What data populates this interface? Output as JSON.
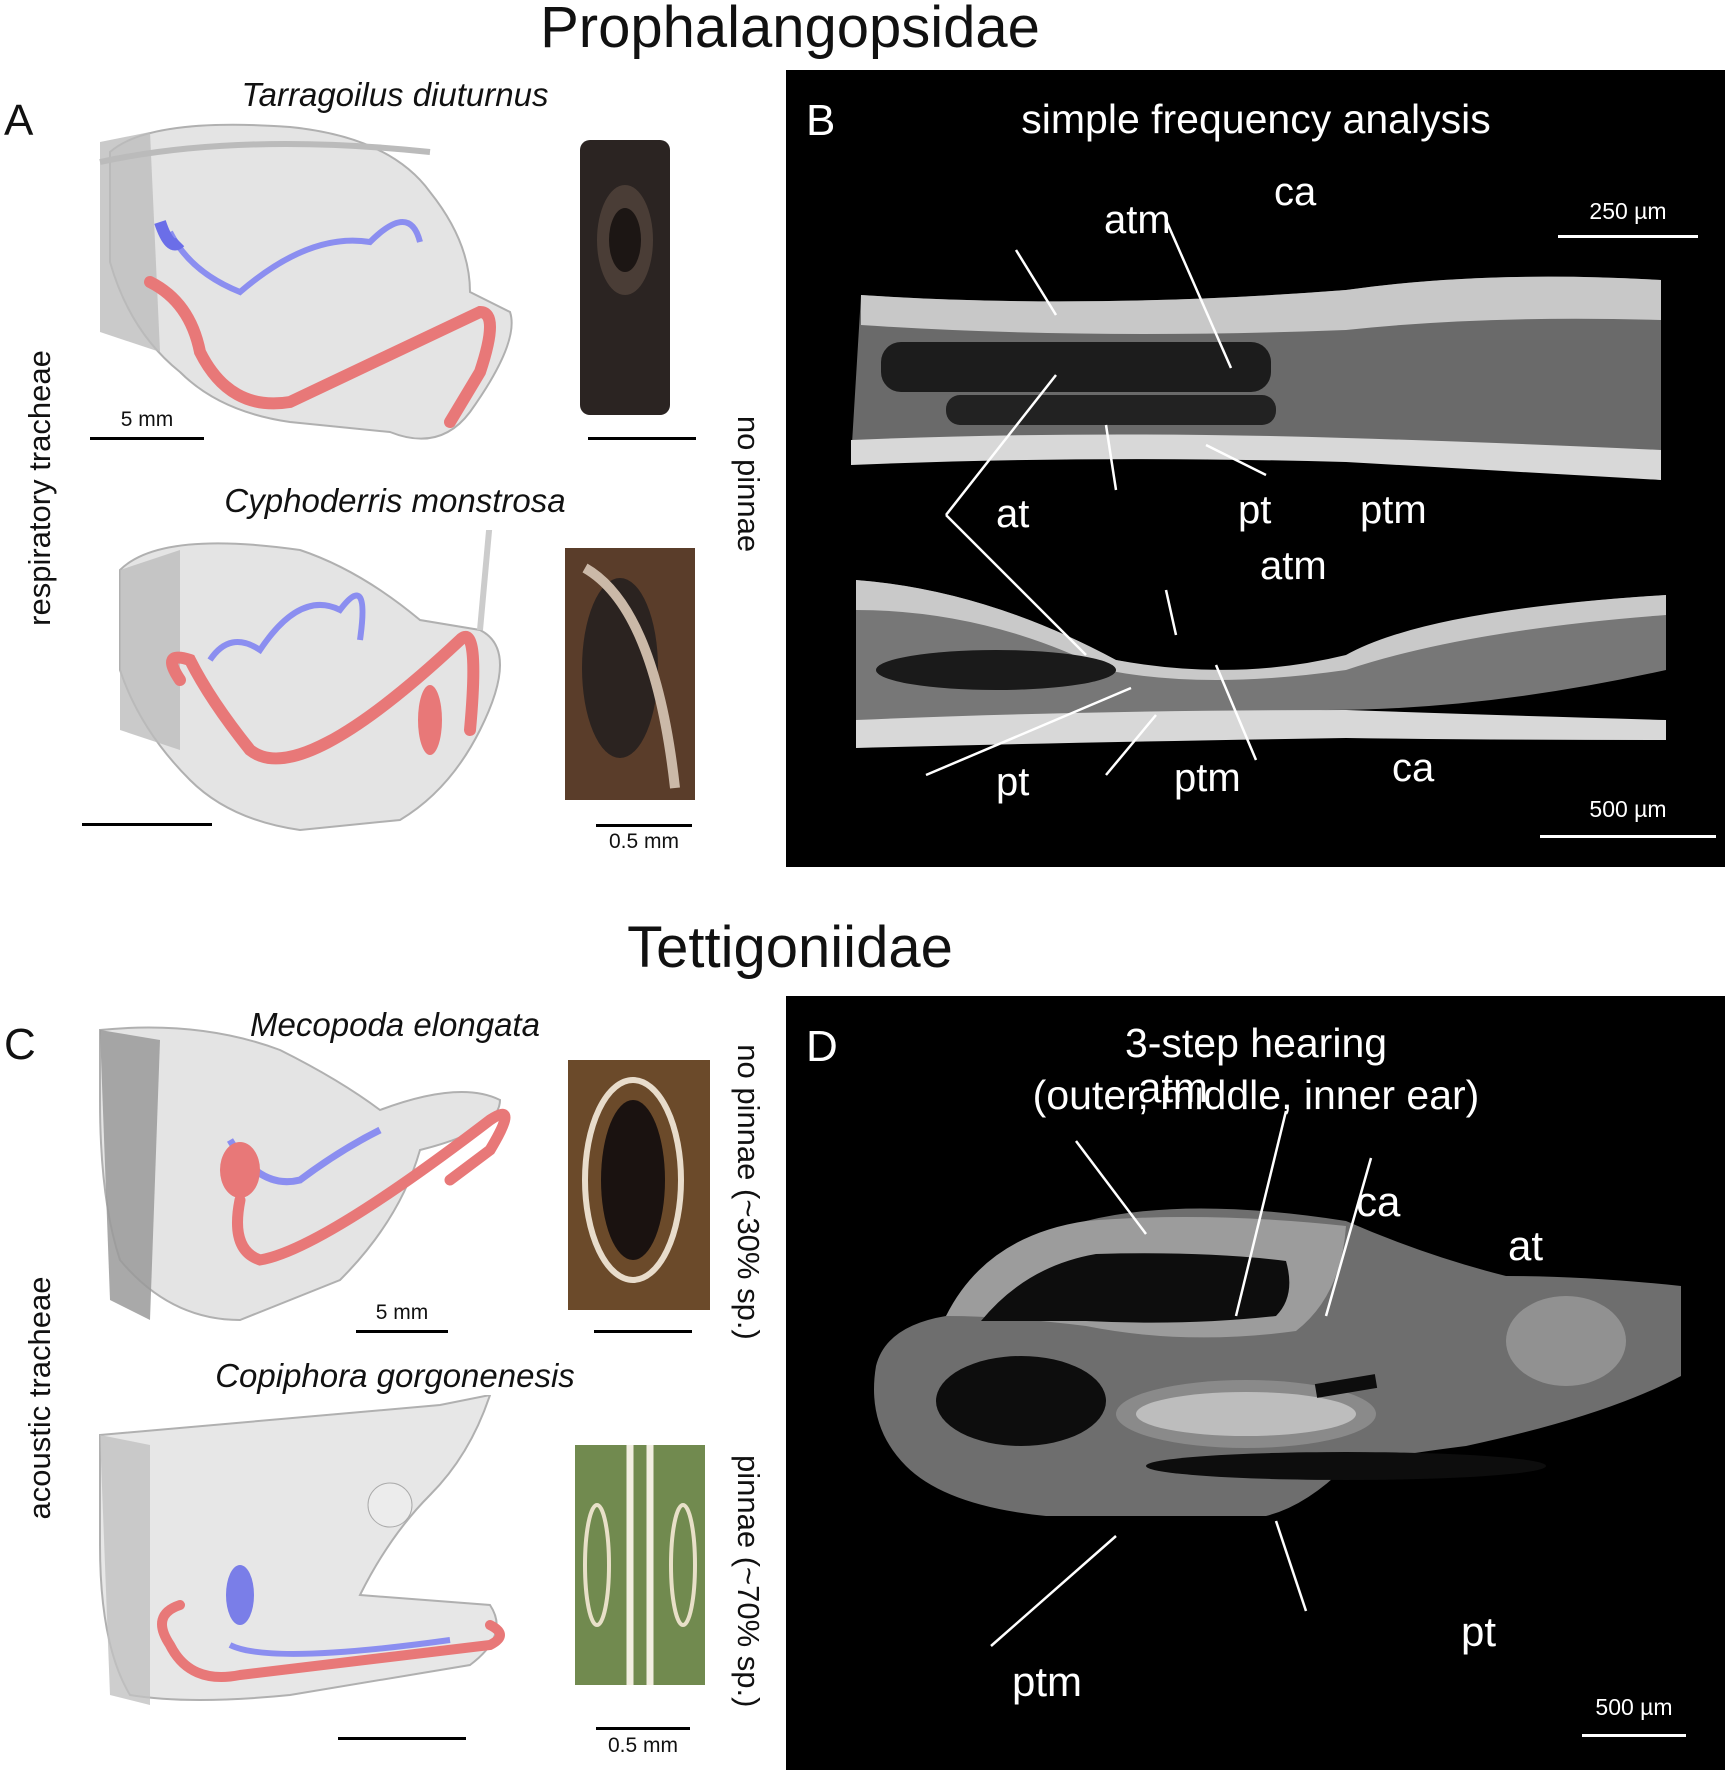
{
  "families": {
    "top": "Prophalangopsidae",
    "bottom": "Tettigoniidae"
  },
  "panels": {
    "A": "A",
    "B": "B",
    "C": "C",
    "D": "D"
  },
  "species": {
    "tarragoilus": "Tarragoilus diuturnus",
    "cyphoderris": "Cyphoderris monstrosa",
    "mecopoda": "Mecopoda elongata",
    "copiphora": "Copiphora gorgonenesis"
  },
  "side_labels": {
    "respiratory": "respiratory tracheae",
    "acoustic": "acoustic tracheae",
    "no_pinnae_top": "no pinnae",
    "no_pinnae_mecopoda": "no pinnae (~30% sp.)",
    "pinnae_copiphora": "pinnae (~70% sp.)"
  },
  "scale_bars": {
    "five_mm": "5 mm",
    "half_mm": "0.5 mm",
    "b_top": "250 µm",
    "b_bottom": "500 µm",
    "d": "500 µm"
  },
  "panel_b": {
    "title": "simple frequency analysis",
    "labels": {
      "atm_top": "atm",
      "ca_top": "ca",
      "at": "at",
      "pt_mid": "pt",
      "ptm_top": "ptm",
      "atm_bottom": "atm",
      "pt_bottom": "pt",
      "ptm_bottom": "ptm",
      "ca_bottom": "ca"
    }
  },
  "panel_d": {
    "title_line1": "3-step hearing",
    "title_line2": "(outer, middle, inner ear)",
    "labels": {
      "atm": "atm",
      "ca": "ca",
      "at": "at",
      "ptm": "ptm",
      "pt": "pt"
    }
  },
  "colors": {
    "trachea_red": "#e87878",
    "trachea_blue": "#8b8ef0",
    "panel_bg": "#000000"
  }
}
